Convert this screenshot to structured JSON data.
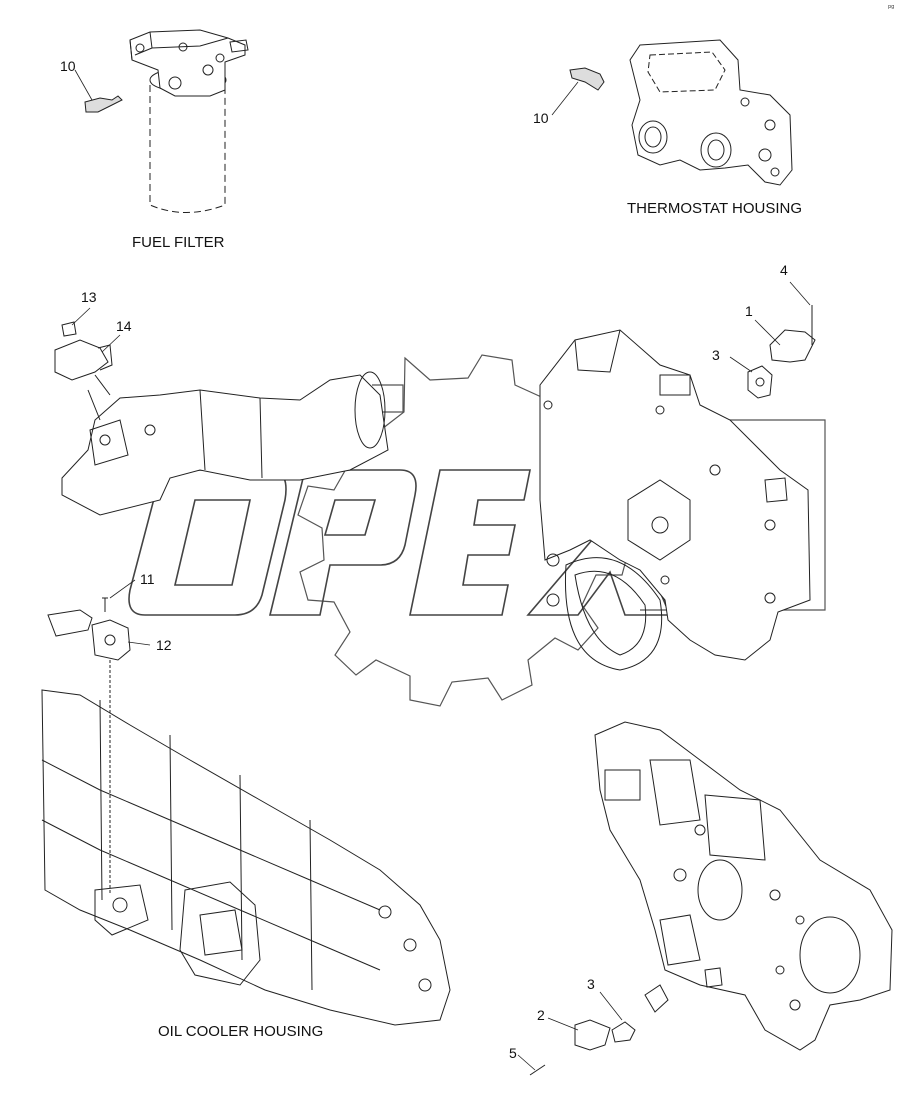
{
  "labels": {
    "fuel_filter": "FUEL FILTER",
    "thermostat_housing": "THERMOSTAT HOUSING",
    "oil_cooler_housing": "OIL COOLER HOUSING"
  },
  "callouts": {
    "c1": "1",
    "c2": "2",
    "c3a": "3",
    "c3b": "3",
    "c4": "4",
    "c5": "5",
    "c10a": "10",
    "c10b": "10",
    "c11": "11",
    "c12": "12",
    "c13": "13",
    "c14": "14"
  },
  "watermark": "OPEX",
  "corner_mark": "pg"
}
